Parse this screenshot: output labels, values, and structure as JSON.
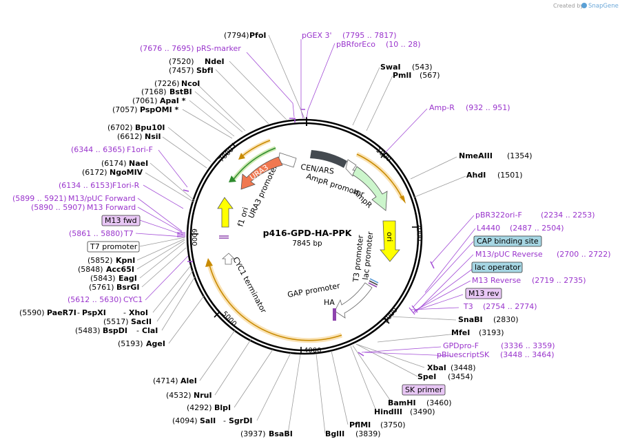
{
  "credit": {
    "prefix": "Created by",
    "brand": "SnapGene"
  },
  "plasmid": {
    "name": "p416-GPD-HA-PPK",
    "length_text": "7845 bp"
  },
  "ticks": [
    "1000",
    "2000",
    "3000",
    "4000",
    "5000",
    "6000",
    "7000"
  ],
  "features": {
    "cen_ars": "CEN/ARS",
    "ampr_promoter": "AmpR promoter",
    "ampr": "AmpR",
    "ori": "ori",
    "t3_promoter": "T3 promoter",
    "lac_promoter": "lac promoter",
    "gap_promoter": "GAP promoter",
    "ha": "HA",
    "cyc1_terminator": "CYC1 terminator",
    "f1_ori": "f1 ori",
    "ura3_promoter": "URA3 promoter",
    "ura3": "URA3"
  },
  "left_sites": [
    {
      "pos": "(7794)",
      "name": "PfoI"
    },
    {
      "pos": "(7520)",
      "name": "NdeI"
    },
    {
      "pos": "(7457)",
      "name": "SbfI"
    },
    {
      "pos": "(7226)",
      "name": "NcoI"
    },
    {
      "pos": "(7168)",
      "name": "BstBI"
    },
    {
      "pos": "(7061)",
      "name": "ApaI *"
    },
    {
      "pos": "(7057)",
      "name": "PspOMI *"
    },
    {
      "pos": "(6702)",
      "name": "Bpu10I"
    },
    {
      "pos": "(6612)",
      "name": "NsiI"
    },
    {
      "pos": "(6174)",
      "name": "NaeI"
    },
    {
      "pos": "(6172)",
      "name": "NgoMIV"
    },
    {
      "pos": "(5852)",
      "name": "KpnI"
    },
    {
      "pos": "(5848)",
      "name": "Acc65I"
    },
    {
      "pos": "(5843)",
      "name": "EagI"
    },
    {
      "pos": "(5761)",
      "name": "BsrGI"
    },
    {
      "pos": "(5517)",
      "name": "SacII"
    },
    {
      "pos": "(5193)",
      "name": "AgeI"
    },
    {
      "pos": "(4714)",
      "name": "AleI"
    },
    {
      "pos": "(4532)",
      "name": "NruI"
    },
    {
      "pos": "(4292)",
      "name": "BlpI"
    }
  ],
  "left_multi": {
    "paer7i": {
      "pos": "(5590)",
      "name1": "PaeR7I",
      "name2": "PspXI",
      "name3": "XhoI"
    },
    "bspdi": {
      "pos": "(5483)",
      "name1": "BspDI",
      "name2": "ClaI"
    },
    "sali": {
      "pos": "(4094)",
      "name1": "SalI",
      "name2": "SgrDI"
    }
  },
  "left_primers": [
    {
      "name": "pRS-marker",
      "range": "(7676 .. 7695)"
    },
    {
      "name": "F1ori-F",
      "range": "(6344 .. 6365)"
    },
    {
      "name": "F1ori-R",
      "range": "(6134 .. 6153)"
    },
    {
      "name": "M13/pUC Forward",
      "range": "(5899 .. 5921)"
    },
    {
      "name": "M13 Forward",
      "range": "(5890 .. 5907)"
    },
    {
      "name": "T7",
      "range": "(5861 .. 5880)"
    },
    {
      "name": "CYC1",
      "range": "(5612 .. 5630)"
    }
  ],
  "left_boxes": {
    "m13fwd": "M13 fwd",
    "t7prom": "T7 promoter"
  },
  "top_primers": [
    {
      "name": "pGEX 3'",
      "range": "(7795 .. 7817)"
    },
    {
      "name": "pBRforEco",
      "range": "(10 .. 28)"
    }
  ],
  "right_sites": [
    {
      "name": "SwaI",
      "pos": "(543)"
    },
    {
      "name": "PmlI",
      "pos": "(567)"
    },
    {
      "name": "NmeAIII",
      "pos": "(1354)"
    },
    {
      "name": "AhdI",
      "pos": "(1501)"
    },
    {
      "name": "SnaBI",
      "pos": "(2830)"
    },
    {
      "name": "MfeI",
      "pos": "(3193)"
    },
    {
      "name": "XbaI",
      "pos": "(3448)"
    },
    {
      "name": "SpeI",
      "pos": "(3454)"
    },
    {
      "name": "BamHI",
      "pos": "(3460)"
    },
    {
      "name": "HindIII",
      "pos": "(3490)"
    },
    {
      "name": "PflMI",
      "pos": "(3750)"
    },
    {
      "name": "BglII",
      "pos": "(3839)"
    },
    {
      "name": "BsaBI",
      "pos": "(3937)"
    }
  ],
  "right_primers": [
    {
      "name": "Amp-R",
      "range": "(932 .. 951)"
    },
    {
      "name": "pBR322ori-F",
      "range": "(2234 .. 2253)"
    },
    {
      "name": "L4440",
      "range": "(2487 .. 2504)"
    },
    {
      "name": "M13/pUC Reverse",
      "range": "(2700 .. 2722)"
    },
    {
      "name": "M13 Reverse",
      "range": "(2719 .. 2735)"
    },
    {
      "name": "T3",
      "range": "(2754 .. 2774)"
    },
    {
      "name": "GPDpro-F",
      "range": "(3336 .. 3359)"
    },
    {
      "name": "pBluescriptSK",
      "range": "(3448 .. 3464)"
    }
  ],
  "right_boxes": {
    "cap": "CAP binding site",
    "lacop": "lac operator",
    "m13rev": "M13 rev",
    "skprimer": "SK primer"
  }
}
